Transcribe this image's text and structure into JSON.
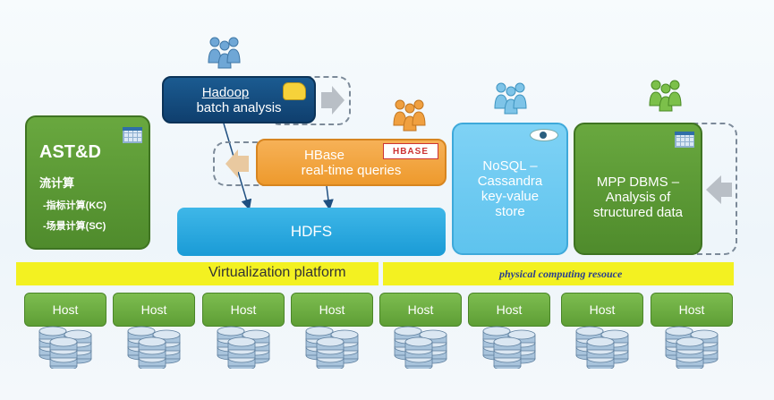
{
  "ast_box": {
    "title": "AST&D",
    "subtitle": "流计算",
    "item1": "-指标计算(KC)",
    "item2": "-场景计算(SC)"
  },
  "hadoop_box": {
    "line1": "Hadoop",
    "line2": "batch analysis"
  },
  "hbase_box": {
    "line1": "HBase",
    "line2": "real-time queries",
    "logo": "HBASE"
  },
  "hdfs_box": {
    "label": "HDFS"
  },
  "nosql_box": {
    "line1": "NoSQL –",
    "line2": "Cassandra",
    "line3": "key-value",
    "line4": "store"
  },
  "mpp_box": {
    "line1": "MPP DBMS –",
    "line2": "Analysis of",
    "line3": "structured data"
  },
  "bands": {
    "virtualization": "Virtualization platform",
    "physical": "physical computing  resouce"
  },
  "hosts": [
    "Host",
    "Host",
    "Host",
    "Host",
    "Host",
    "Host",
    "Host",
    "Host"
  ],
  "colors": {
    "green": "#5e9e35",
    "navy": "#0f3f6e",
    "orange": "#ee9a2d",
    "cyan": "#1a9bd6",
    "lightblue": "#5ec3ee",
    "yellow": "#f3f121"
  },
  "icons": [
    "people-blue-icon",
    "people-orange-icon",
    "people-green-icon",
    "elephant-icon",
    "eye-icon",
    "table-icon",
    "database-icon",
    "arrow-icon"
  ]
}
